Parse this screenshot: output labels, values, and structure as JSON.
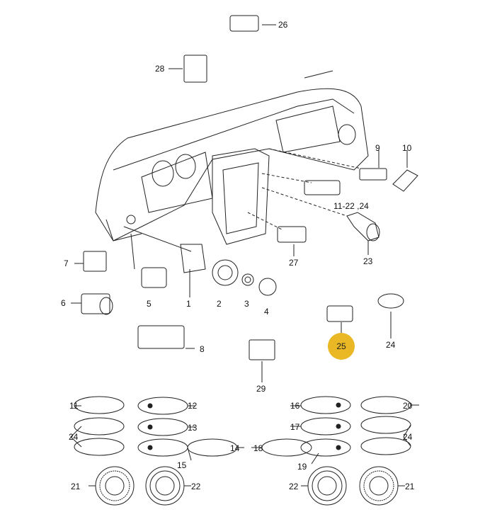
{
  "diagram": {
    "highlight_color": "#E9B824",
    "highlighted_part": "25",
    "part_labels": [
      "26",
      "28",
      "9",
      "10",
      "11-22 ,24",
      "23",
      "27",
      "7",
      "6",
      "5",
      "1",
      "2",
      "3",
      "4",
      "8",
      "29",
      "24",
      "11",
      "12",
      "13",
      "14",
      "15",
      "16",
      "17",
      "18",
      "19",
      "20",
      "21",
      "22"
    ]
  }
}
